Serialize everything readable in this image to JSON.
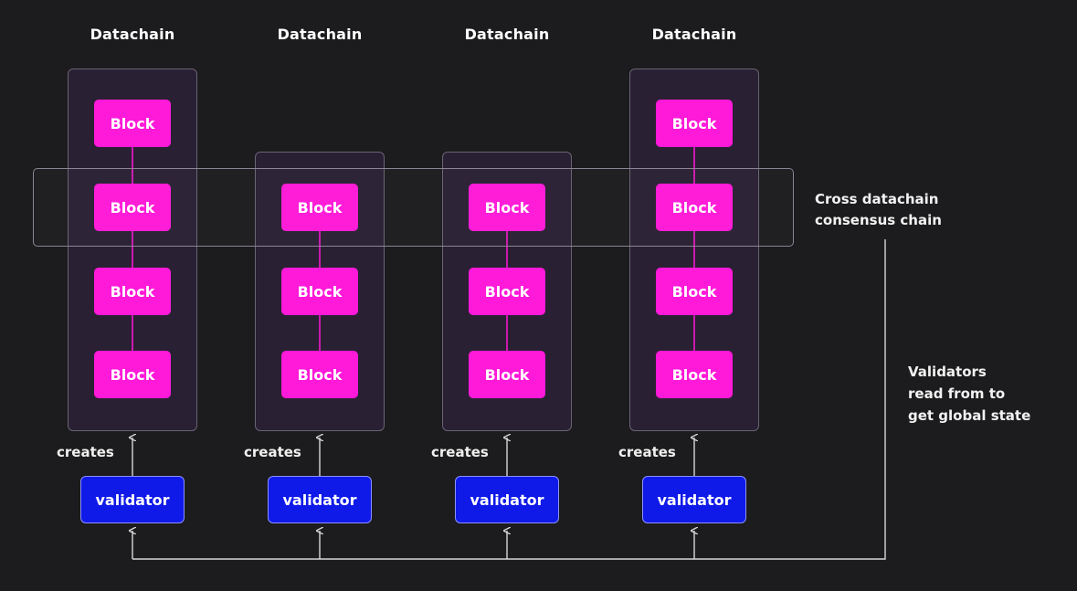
{
  "colors": {
    "background": "#1c1b1d",
    "block": "#ff19d8",
    "validator": "#0f19e8",
    "column_bg": "#2a2033",
    "line": "#d8d8d8"
  },
  "chains": [
    {
      "title": "Datachain",
      "blocks": [
        "Block",
        "Block",
        "Block",
        "Block"
      ],
      "action": "creates",
      "validator": "validator"
    },
    {
      "title": "Datachain",
      "blocks": [
        "Block",
        "Block",
        "Block"
      ],
      "action": "creates",
      "validator": "validator"
    },
    {
      "title": "Datachain",
      "blocks": [
        "Block",
        "Block",
        "Block"
      ],
      "action": "creates",
      "validator": "validator"
    },
    {
      "title": "Datachain",
      "blocks": [
        "Block",
        "Block",
        "Block",
        "Block"
      ],
      "action": "creates",
      "validator": "validator"
    }
  ],
  "consensus": {
    "line1": "Cross datachain",
    "line2": "consensus chain"
  },
  "feedback": {
    "line1": "Validators",
    "line2": "read from to",
    "line3": "get global state"
  }
}
